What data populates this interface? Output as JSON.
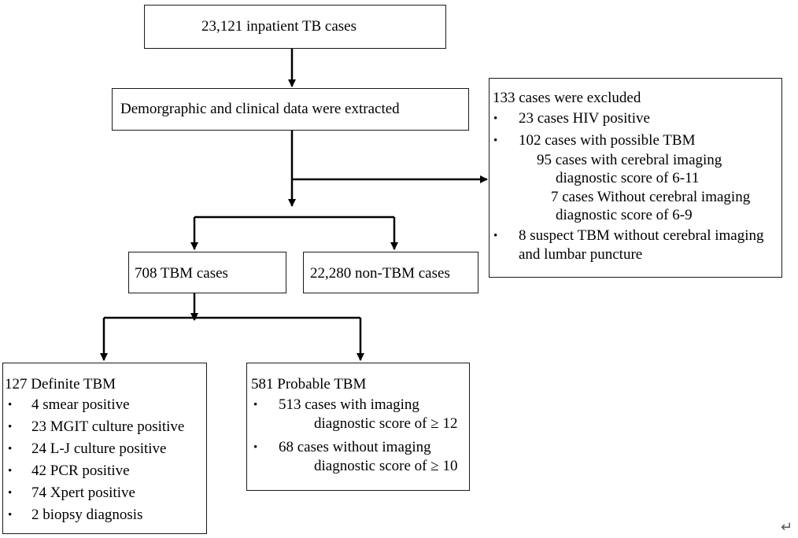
{
  "nodes": {
    "inpatient": "23,121 inpatient TB cases",
    "extracted": "Demorgraphic and clinical data were extracted",
    "tbm": "708 TBM cases",
    "non_tbm": "22,280 non-TBM cases",
    "definite": "127 Definite TBM",
    "probable": "581 Probable TBM"
  },
  "excluded": {
    "title": "133 cases were excluded",
    "items": [
      "23 cases HIV positive",
      "102 cases with possible TBM",
      "95 cases with cerebral  imaging",
      "diagnostic score of 6-11",
      "7  cases Without cerebral imaging",
      "diagnostic score of 6-9",
      "8 suspect TBM without cerebral imaging",
      "and lumbar puncture"
    ]
  },
  "definite_items": [
    "4   smear positive",
    "23 MGIT culture positive",
    "24 L-J culture positive",
    "42 PCR positive",
    "74 Xpert positive",
    "2  biopsy diagnosis"
  ],
  "probable_items": [
    "513 cases with imaging",
    "diagnostic score of  ≥ 12",
    "68  cases without imaging",
    "diagnostic score of ≥ 10"
  ],
  "bullet_glyph": "•",
  "return_mark": "↵"
}
